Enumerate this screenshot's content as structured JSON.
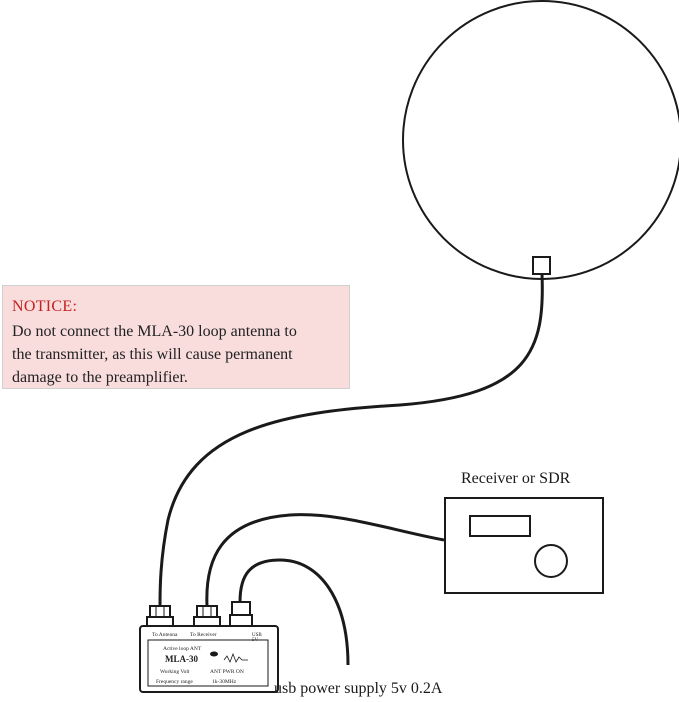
{
  "notice": {
    "title": "NOTICE:",
    "lines": [
      "Do not connect the MLA-30 loop antenna to",
      "the transmitter, as this will cause permanent",
      "damage to the preamplifier."
    ]
  },
  "receiver": {
    "label": "Receiver or SDR"
  },
  "power": {
    "label": "usb power supply 5v 0.2A"
  },
  "module": {
    "model": "MLA-30",
    "top_left": "To Antenna",
    "top_mid": "To Receiver",
    "top_right": "USB",
    "top_right2": "5V",
    "row1": "Active loop ANT",
    "row2": "Working Volt",
    "row2b": "ANT PWR ON",
    "row3": "Frequency range",
    "row3b": "1k-30MHz"
  },
  "colors": {
    "notice_bg": "#f9dcdc",
    "notice_title": "#c62020",
    "line": "#1a1a1a"
  }
}
